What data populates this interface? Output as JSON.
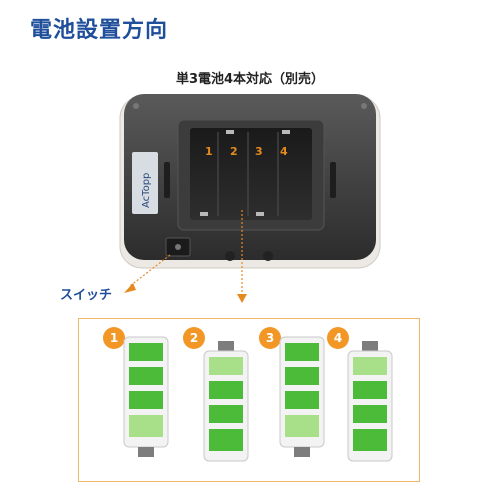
{
  "title": "電池設置方向",
  "subtitle": "単3電池4本対応（別売）",
  "device": {
    "brand": "AcTopp",
    "slot_numbers": [
      "1",
      "2",
      "3",
      "4"
    ]
  },
  "switch_label": "スイッチ",
  "batteries": [
    {
      "number": "1",
      "orientation": "terminal-bottom"
    },
    {
      "number": "2",
      "orientation": "terminal-top"
    },
    {
      "number": "3",
      "orientation": "terminal-bottom"
    },
    {
      "number": "4",
      "orientation": "terminal-top"
    }
  ],
  "colors": {
    "title": "#1f4e9b",
    "accent_orange": "#f29726",
    "battery_green": "#4cbb3a",
    "panel_border": "#f0b86e"
  }
}
